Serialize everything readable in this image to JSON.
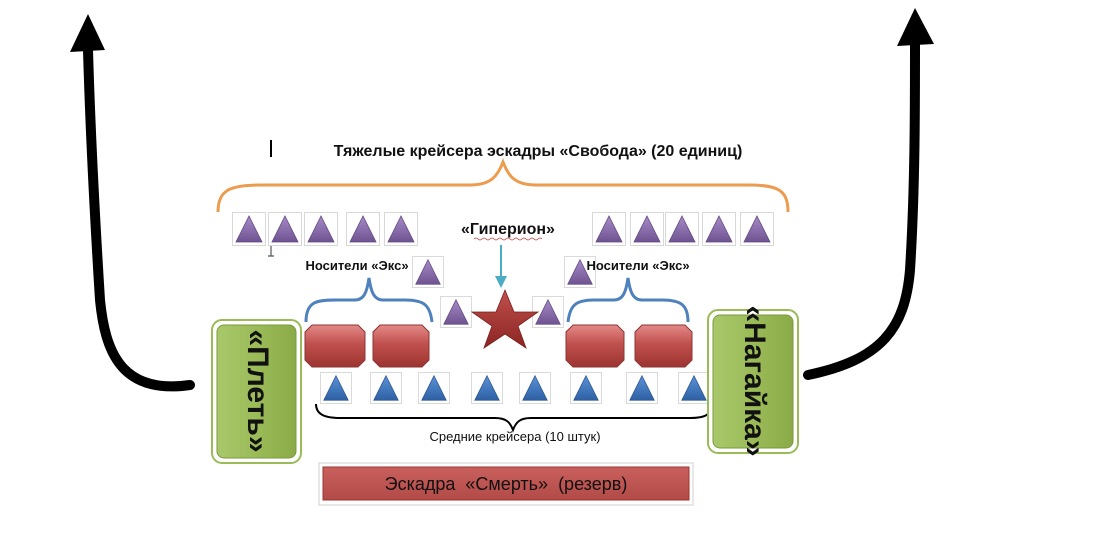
{
  "diagram": {
    "title": "Тяжелые крейсера эскадры «Свобода» (20 единиц)",
    "flagship": "«Гиперион»",
    "carriers_left": "Носители «Экс»",
    "carriers_right": "Носители «Экс»",
    "medium_cruisers": "Средние крейсера (10 штук)",
    "left_wing": "«Плеть»",
    "right_wing": "«Нагайка»",
    "reserve": "Эскадра  «Смерть»  (резерв)"
  },
  "colors": {
    "heavy_cruiser": "#8064a2",
    "medium_cruiser": "#3e74c4",
    "carrier": "#c0504d",
    "flagship": "#a52a2a",
    "wing_box_fill": "#9bbb59",
    "wing_box_border": "#7a9a3a",
    "reserve_fill": "#c0504d",
    "brace_orange": "#ed9b4e",
    "brace_blue": "#4f81bd",
    "arrow_teal": "#4bacc6"
  }
}
